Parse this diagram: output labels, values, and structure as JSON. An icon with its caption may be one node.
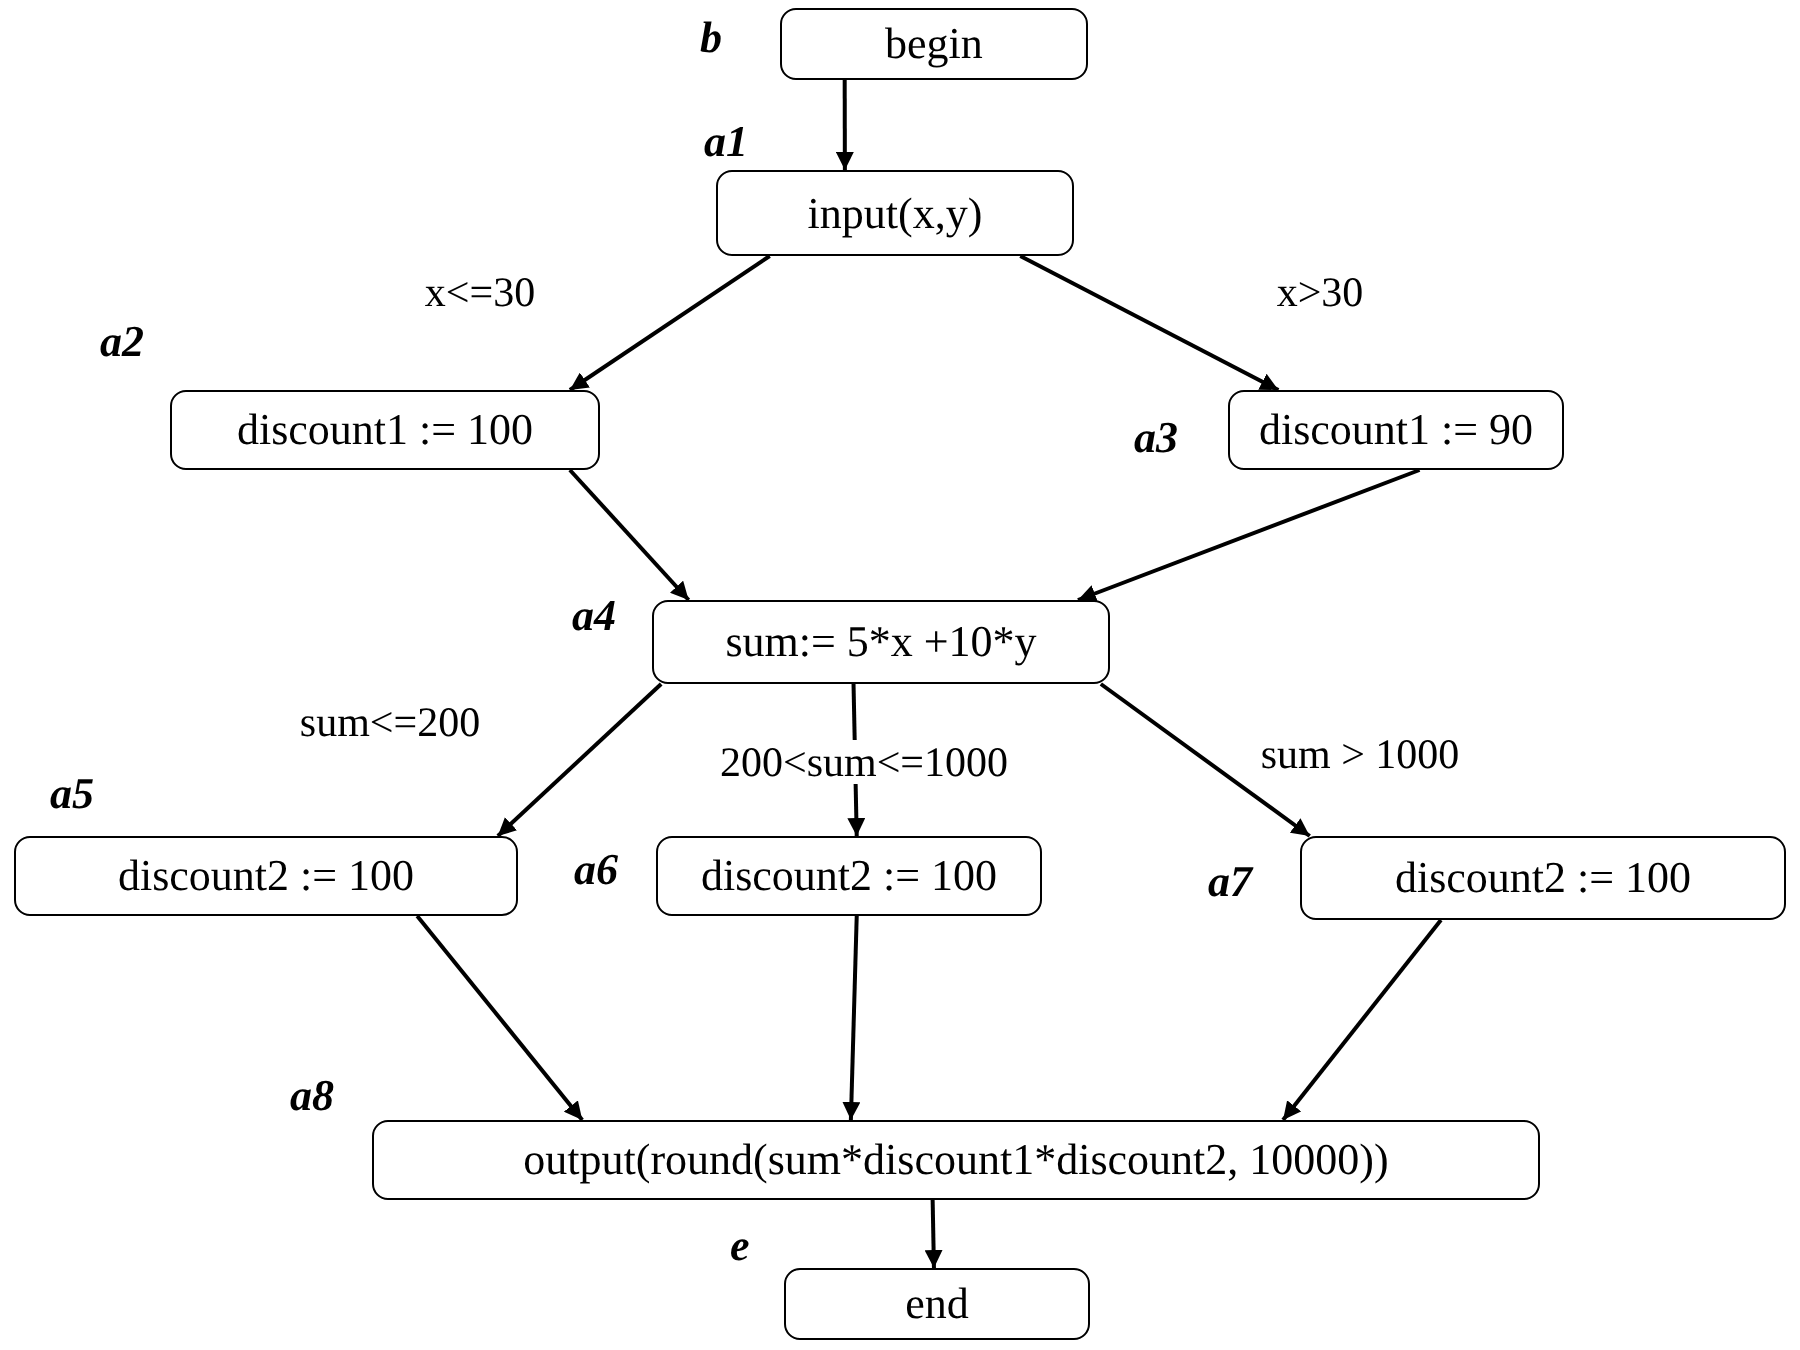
{
  "diagram": {
    "nodes": [
      {
        "text": [
          "begin"
        ],
        "beside": [
          "b"
        ]
      },
      {
        "text": [
          "input(x,y)"
        ],
        "beside": [
          "a1"
        ]
      },
      {
        "text": [
          "discount1 := 100"
        ],
        "beside": [
          "a2"
        ]
      },
      {
        "text": [
          "discount1 := 90"
        ],
        "beside": [
          "a3"
        ]
      },
      {
        "text": [
          "sum:= 5*x +10*y"
        ],
        "beside": [
          "a4"
        ]
      },
      {
        "text": [
          "discount2 := 100"
        ],
        "beside": [
          "a5"
        ]
      },
      {
        "text": [
          "discount2 := 100"
        ],
        "beside": [
          "a6"
        ]
      },
      {
        "text": [
          "discount2 := 100"
        ],
        "beside": [
          "a7"
        ]
      },
      {
        "text": [
          "output(round(sum*discount1*discount2, 10000))"
        ],
        "beside": [
          "a8"
        ]
      },
      {
        "text": [
          "end"
        ],
        "beside": [
          "e"
        ]
      }
    ],
    "edges": [
      {
        "from": 0,
        "to": 1,
        "arrow": "to"
      },
      {
        "from": 1,
        "to": 2,
        "arrow": "to",
        "label": "x<=30"
      },
      {
        "from": 1,
        "to": 3,
        "arrow": "to",
        "label": "x>30"
      },
      {
        "from": 2,
        "to": 4,
        "arrow": "to"
      },
      {
        "from": 3,
        "to": 4,
        "arrow": "to"
      },
      {
        "from": 4,
        "to": 5,
        "arrow": "to",
        "label": "sum<=200"
      },
      {
        "from": 4,
        "to": 6,
        "arrow": "to",
        "label": "200<sum<=1000"
      },
      {
        "from": 4,
        "to": 7,
        "arrow": "to",
        "label": "sum > 1000"
      },
      {
        "from": 5,
        "to": 8,
        "arrow": "to"
      },
      {
        "from": 6,
        "to": 8,
        "arrow": "to"
      },
      {
        "from": 7,
        "to": 8,
        "arrow": "to"
      },
      {
        "from": 8,
        "to": 9,
        "arrow": "to"
      }
    ]
  }
}
